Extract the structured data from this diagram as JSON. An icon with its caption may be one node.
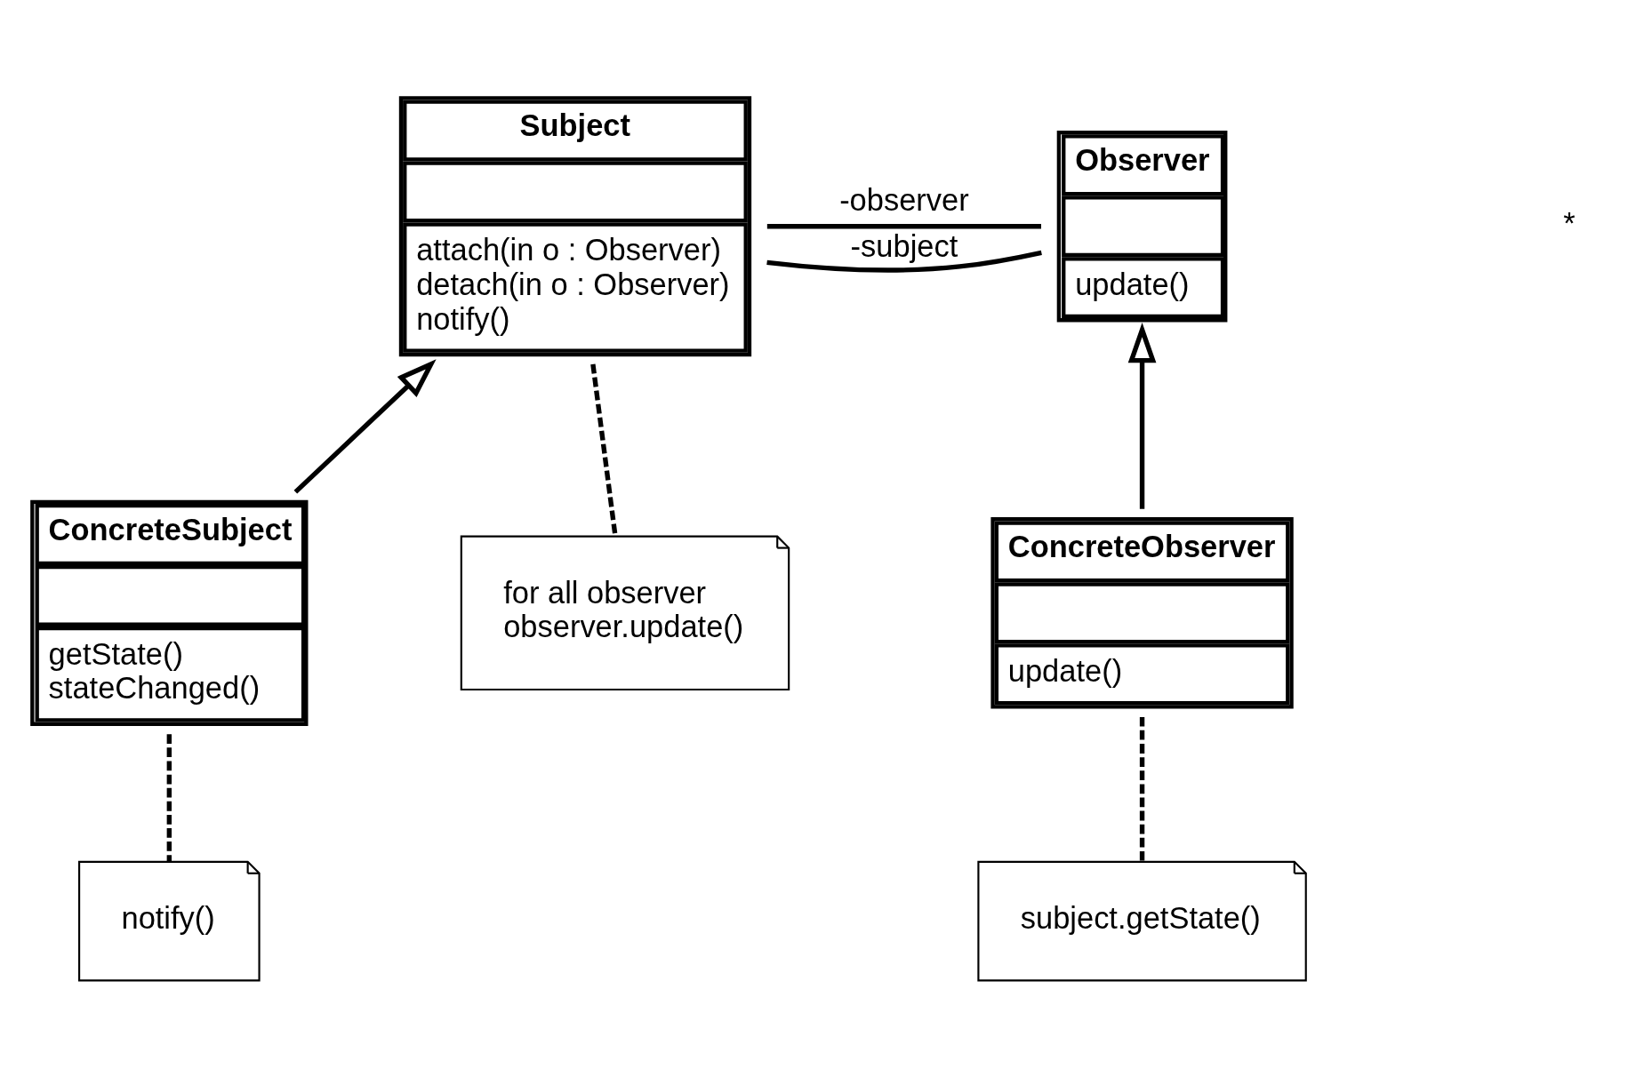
{
  "diagram": {
    "nodes": [
      {
        "text": [
          "Subject",
          "attach(in o : Observer)",
          "detach(in o : Observer)",
          "notify()"
        ]
      },
      {
        "text": [
          "Observer",
          "update()"
        ]
      },
      {
        "text": [
          "ConcreteSubject",
          "getState()",
          "stateChanged()"
        ]
      },
      {
        "text": [
          "ConcreteObserver",
          "update()"
        ]
      },
      {
        "text": [
          "for all observer",
          "observer.update()"
        ]
      },
      {
        "text": [
          "notify()"
        ]
      },
      {
        "text": [
          "subject.getState()"
        ]
      }
    ],
    "edges": [
      {
        "from": 0,
        "to": 1,
        "arrow": "none",
        "label": "-observer"
      },
      {
        "from": 1,
        "to": 0,
        "arrow": "none",
        "label": "-subject"
      },
      {
        "from": 2,
        "to": 0,
        "arrow": "to"
      },
      {
        "from": 3,
        "to": 1,
        "arrow": "to"
      },
      {
        "from": 4,
        "to": 0,
        "arrow": "none",
        "style": "dashed"
      },
      {
        "from": 5,
        "to": 2,
        "arrow": "none",
        "style": "dashed"
      },
      {
        "from": 6,
        "to": 3,
        "arrow": "none",
        "style": "dashed"
      }
    ],
    "labels": [
      "*"
    ]
  }
}
